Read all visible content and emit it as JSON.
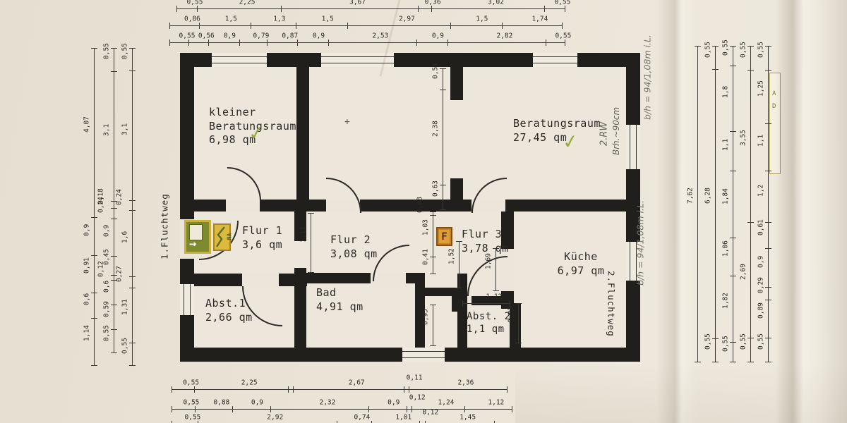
{
  "rooms": {
    "kleiner_beratungsraum": {
      "name_line1": "kleiner",
      "name_line2": "Beratungsraum",
      "area": "6,98 qm",
      "checkmark": "✓"
    },
    "beratungsraum": {
      "name": "Beratungsraum",
      "area": "27,45 qm",
      "checkmark": "✓"
    },
    "flur1": {
      "name": "Flur 1",
      "area": "3,6 qm"
    },
    "flur2": {
      "name": "Flur 2",
      "area": "3,08 qm"
    },
    "flur3": {
      "name": "Flur 3",
      "area": "3,78 qm"
    },
    "kueche": {
      "name": "Küche",
      "area": "6,97 qm"
    },
    "bad": {
      "name": "Bad",
      "area": "4,91 qm"
    },
    "abst1": {
      "name": "Abst.1",
      "area": "2,66 qm"
    },
    "abst2": {
      "name": "Abst. 2",
      "area": "1,1 qm"
    }
  },
  "annotations": {
    "fluchtweg_1": "1.Fluchtweg",
    "fluchtweg_2": "2.Fluchtweg",
    "rw": "2.RW",
    "brh": "Brh.~90cm",
    "bh_upper": "b/h = 94/1,08m i.L.",
    "bh_lower": "b/h = 94/1,08m i.L.",
    "legend_letters": [
      "A",
      "D"
    ]
  },
  "icons": {
    "exit_label": "→",
    "na_label": "NA",
    "fire_label": "F"
  },
  "marks": {
    "cross": "+"
  },
  "colors": {
    "paper": "#eae4d7",
    "wall": "#201f1c",
    "ink": "#2b2a26",
    "check_green": "#9aa83f",
    "pencil": "#75776a",
    "exit_green": "#7e8a2d",
    "exit_frame": "#c8b13f",
    "fire_orange": "#df9f38",
    "na_yellow": "#dcba3e"
  },
  "dimensions": {
    "top1": [
      "0,55",
      "2,25",
      "3,67",
      "0,36",
      "3,02",
      "0,55"
    ],
    "top2": [
      "0,86",
      "1,5",
      "1,3",
      "1,5",
      "2,97",
      "1,5",
      "1,74"
    ],
    "top3": [
      "0,55",
      "0,56",
      "0,9",
      "0,79",
      "0,87",
      "0,9",
      "2,53",
      "0,9",
      "2,82",
      "0,55"
    ],
    "bottom1": [
      "0,55",
      "2,25",
      "",
      "2,67",
      "0,11",
      "2,36"
    ],
    "bottom2": [
      "0,55",
      "0,88",
      "0,9",
      "2,32",
      "0,9",
      "0,12",
      "1,24",
      "1,12"
    ],
    "bottom3": [
      "0,55",
      "2,92",
      "0,74",
      "1,01",
      "0,12",
      "1,45"
    ],
    "left1": [
      "4,07",
      "0,9",
      "0,91",
      "0,6",
      "1,14"
    ],
    "left2": [
      "0,55",
      "3,1",
      "0,18",
      "0,24",
      "0,9",
      "0,45",
      "0,12",
      "0,6",
      "0,59",
      "0,55"
    ],
    "left3": [
      "0,55",
      "3,1",
      "0,24",
      "1,6",
      "0,27",
      "1,31",
      "0,55"
    ],
    "right1": [
      "7,62"
    ],
    "right2": [
      "0,55",
      "6,28",
      "0,55"
    ],
    "right3": [
      "0,55",
      "1,8",
      "1,1",
      "1,84",
      "1,06",
      "1,82",
      "0,55"
    ],
    "right4": [
      "0,55",
      "3,55",
      "2,69",
      "0,55"
    ],
    "right5": [
      "0,55",
      "1,25",
      "1,1",
      "1,2",
      "0,61",
      "0,9",
      "0,29",
      "0,89",
      "0,55"
    ],
    "opening_mid": [
      "0,54",
      "2,38",
      "0,63"
    ],
    "flur2_left": [
      "1,11"
    ],
    "flur2_right": [
      "0,08",
      "1,03",
      "0,41"
    ],
    "bad_right": [
      "0,95"
    ],
    "flur3_left": [
      "1,52"
    ],
    "flur3_mid": [
      "1,69"
    ],
    "abst2_top": [
      "1,12"
    ],
    "abst2_right": [
      "0,83"
    ]
  }
}
